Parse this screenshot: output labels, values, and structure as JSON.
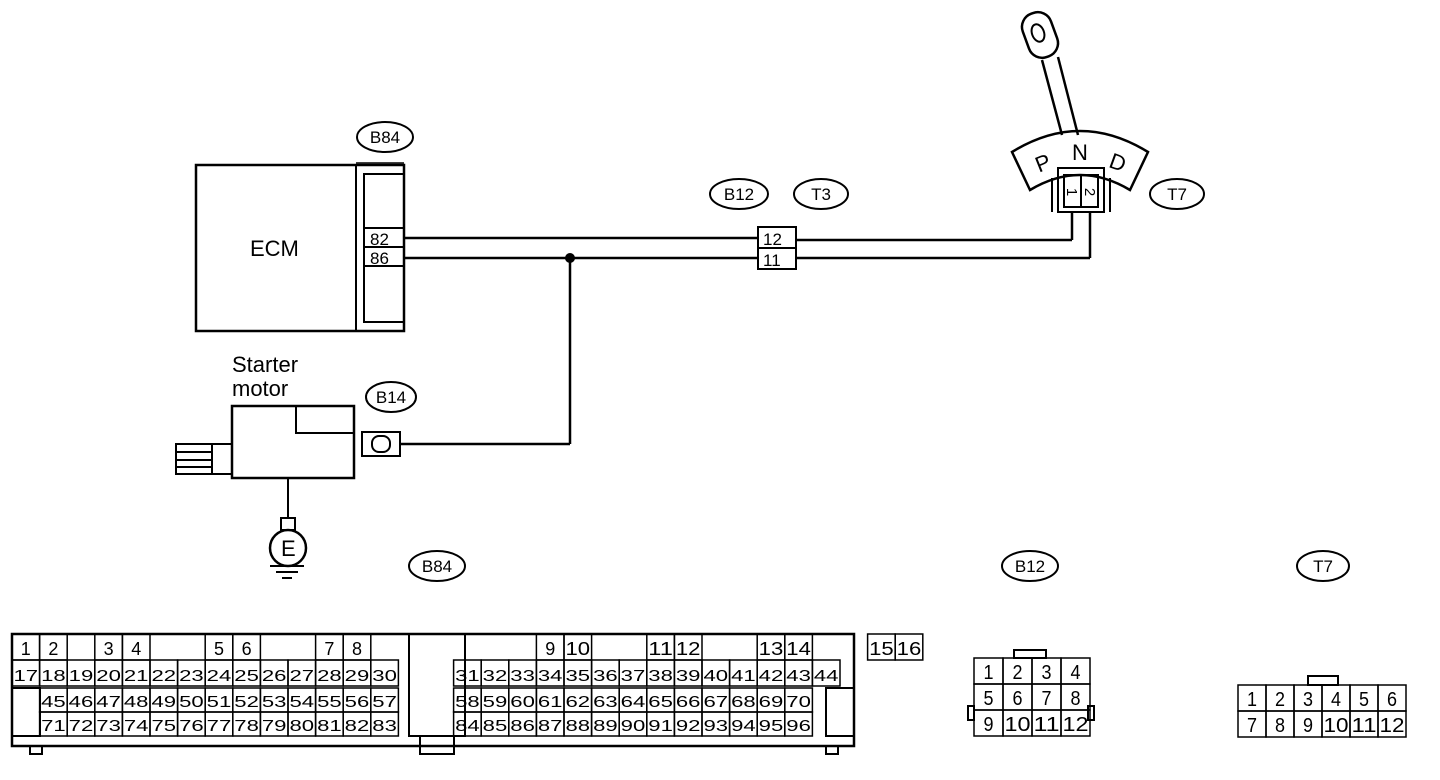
{
  "ecm": {
    "label": "ECM"
  },
  "starter": {
    "line1": "Starter",
    "line2": "motor"
  },
  "ground": {
    "label": "E"
  },
  "connector_tags": {
    "b84_top": "B84",
    "b14": "B14",
    "b12_top": "B12",
    "t3": "T3",
    "t7_top": "T7",
    "b84_bottom": "B84",
    "b12_bottom": "B12",
    "t7_bottom": "T7"
  },
  "ecm_pins": {
    "upper": "82",
    "lower": "86"
  },
  "b12_t3_pins": {
    "upper": "12",
    "lower": "11"
  },
  "shifter": {
    "p": "P",
    "n": "N",
    "d": "D",
    "pin1": "1",
    "pin2": "2"
  },
  "b84_connector": {
    "row1": [
      "1",
      "2",
      "3",
      "4",
      "5",
      "6",
      "7",
      "8",
      "9",
      "10",
      "11",
      "12",
      "13",
      "14",
      "15",
      "16"
    ],
    "row2": [
      "17",
      "18",
      "19",
      "20",
      "21",
      "22",
      "23",
      "24",
      "25",
      "26",
      "27",
      "28",
      "29",
      "30",
      "31",
      "32",
      "33",
      "34",
      "35",
      "36",
      "37",
      "38",
      "39",
      "40",
      "41",
      "42",
      "43",
      "44"
    ],
    "row3": [
      "45",
      "46",
      "47",
      "48",
      "49",
      "50",
      "51",
      "52",
      "53",
      "54",
      "55",
      "56",
      "57",
      "58",
      "59",
      "60",
      "61",
      "62",
      "63",
      "64",
      "65",
      "66",
      "67",
      "68",
      "69",
      "70"
    ],
    "row4": [
      "71",
      "72",
      "73",
      "74",
      "75",
      "76",
      "77",
      "78",
      "79",
      "80",
      "81",
      "82",
      "83",
      "84",
      "85",
      "86",
      "87",
      "88",
      "89",
      "90",
      "91",
      "92",
      "93",
      "94",
      "95",
      "96"
    ]
  },
  "b12_connector": {
    "rows": [
      [
        "1",
        "2",
        "3",
        "4"
      ],
      [
        "5",
        "6",
        "7",
        "8"
      ],
      [
        "9",
        "10",
        "11",
        "12"
      ]
    ]
  },
  "t7_connector": {
    "rows": [
      [
        "1",
        "2",
        "3",
        "4",
        "5",
        "6"
      ],
      [
        "7",
        "8",
        "9",
        "10",
        "11",
        "12"
      ]
    ]
  }
}
